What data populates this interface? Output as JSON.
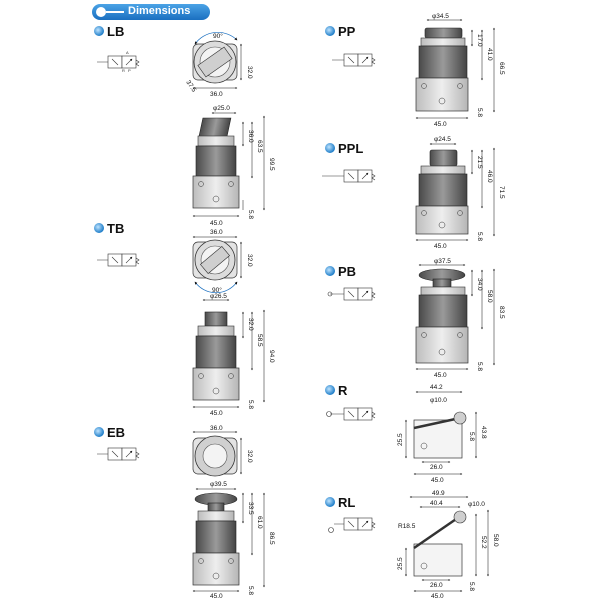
{
  "title": "Dimensions",
  "models": {
    "LB": {
      "label": "LB",
      "angle": "90°",
      "top_dims": [
        "32.0",
        "36.0",
        "37.5"
      ],
      "side_dims": [
        "φ25.0",
        "36.0",
        "63.5",
        "99.5",
        "5.8",
        "45.0"
      ]
    },
    "TB": {
      "label": "TB",
      "angle": "90°",
      "top_dims": [
        "36.0",
        "32.0"
      ],
      "side_dims": [
        "φ26.5",
        "32.0",
        "58.5",
        "94.0",
        "5.8",
        "45.0"
      ]
    },
    "EB": {
      "label": "EB",
      "top_dims": [
        "36.0",
        "32.0"
      ],
      "side_dims": [
        "φ39.5",
        "33.5",
        "61.0",
        "86.5",
        "5.8",
        "45.0"
      ]
    },
    "PP": {
      "label": "PP",
      "dims": [
        "φ34.5",
        "17.0",
        "41.0",
        "66.5",
        "5.8",
        "45.0"
      ]
    },
    "PPL": {
      "label": "PPL",
      "dims": [
        "φ24.5",
        "21.5",
        "46.0",
        "71.5",
        "5.8",
        "45.0"
      ]
    },
    "PB": {
      "label": "PB",
      "dims": [
        "φ37.5",
        "34.0",
        "58.0",
        "83.5",
        "5.8",
        "45.0"
      ]
    },
    "R": {
      "label": "R",
      "dims": [
        "44.2",
        "φ10.0",
        "25.5",
        "5.8",
        "43.8",
        "26.0",
        "45.0"
      ]
    },
    "RL": {
      "label": "RL",
      "dims": [
        "49.9",
        "40.4",
        "φ10.0",
        "R18.5",
        "52.2",
        "58.0",
        "25.5",
        "26.0",
        "5.8",
        "45.0"
      ]
    }
  },
  "symbol_ports": {
    "A": "A",
    "R": "R",
    "P": "P"
  },
  "colors": {
    "accent": "#1a6fc0",
    "body": "#d9d9d9",
    "dark": "#555555",
    "bullet": "#2e8fd6"
  }
}
